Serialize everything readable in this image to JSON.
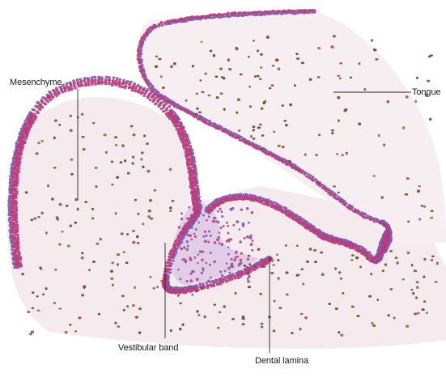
{
  "labels": {
    "mesenchyme": "Mesenchyme",
    "tongue": "Tongue",
    "vestibular_band": "Vestibular band",
    "dental_lamina": "Dental lamina"
  },
  "colors": {
    "background": "#ffffff",
    "tissue_tint": "#f4e9ee",
    "epithelium_pink": "#b83a7a",
    "epithelium_purple": "#7b5bb0",
    "band_fill": "#d9c3e2",
    "nucleus_brown": "#7a4a2a",
    "leader_line": "#222222"
  }
}
